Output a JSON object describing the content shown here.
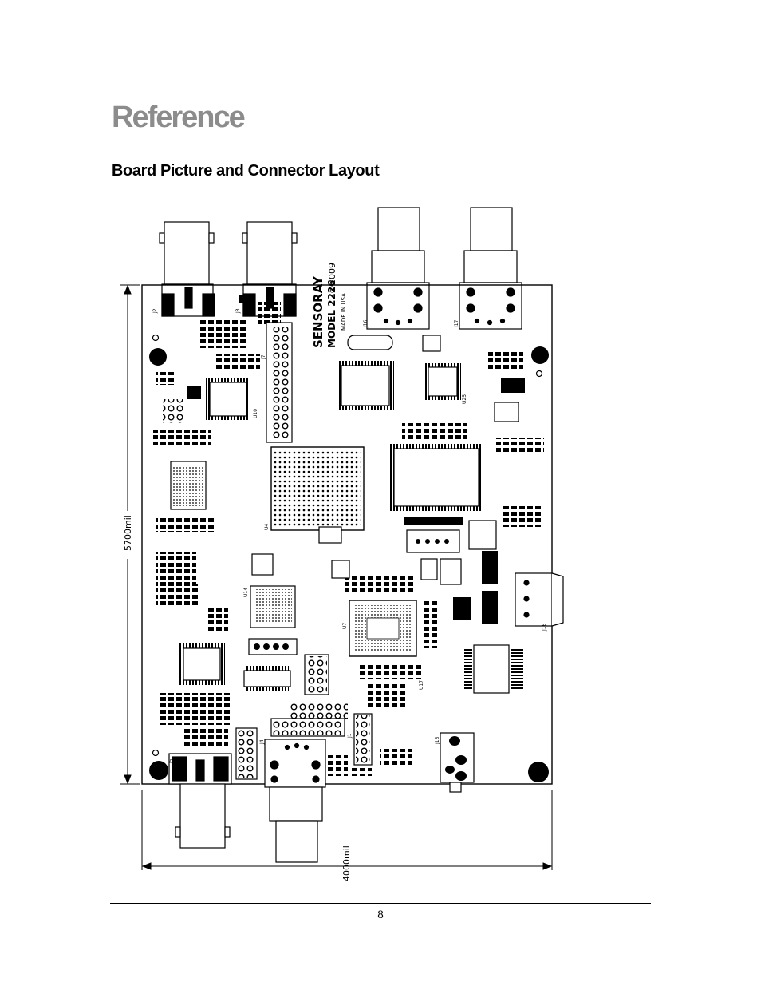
{
  "page": {
    "title": "Reference",
    "section_heading": "Board Picture and Connector Layout",
    "page_number": "8"
  },
  "figure": {
    "height_dimension": "5700mil",
    "width_dimension": "4000mil",
    "brand_text": "SENSORAY",
    "model_text": "MODEL 2226",
    "copyright_text": "©2009",
    "origin_text": "MADE IN USA",
    "connector_labels": {
      "top_left_bnc": "J2",
      "top_mid_bnc": "J3",
      "top_right_rca_1": "J16",
      "top_right_rca_2": "J17",
      "bottom_left_bnc": "J5",
      "bottom_mid_rca": "J4",
      "right_connector": "J16",
      "audio_jack": "J15",
      "header_j1": "J1",
      "header_j7": "J7"
    },
    "chip_labels": {
      "main_fpga": "U4",
      "ddr_bga": "U14",
      "codec": "U7",
      "qfp_top": "U10",
      "qfp_right": "U25",
      "bga_right": "U17"
    }
  }
}
